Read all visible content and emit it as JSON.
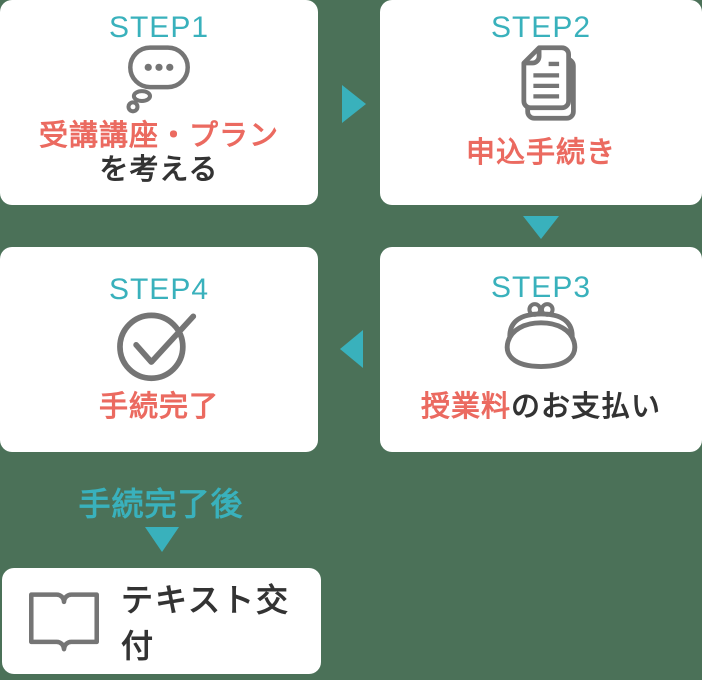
{
  "colors": {
    "background": "#4b7158",
    "accent_teal": "#39b1bc",
    "accent_red": "#eb6a60",
    "text_dark": "#333333",
    "icon_gray": "#757575"
  },
  "steps": {
    "step1": {
      "label": "STEP1",
      "icon": "thought-bubble-icon",
      "accent_text": "受講講座・プラン",
      "rest_text": "を考える"
    },
    "step2": {
      "label": "STEP2",
      "icon": "documents-icon",
      "accent_text": "申込手続き"
    },
    "step3": {
      "label": "STEP3",
      "icon": "coin-purse-icon",
      "accent_text": "授業料",
      "rest_text": "のお支払い"
    },
    "step4": {
      "label": "STEP4",
      "icon": "check-circle-icon",
      "accent_text": "手続完了"
    }
  },
  "after_note": "手続完了後",
  "textbook_box": {
    "label": "テキスト交付",
    "icon": "open-book-icon"
  }
}
